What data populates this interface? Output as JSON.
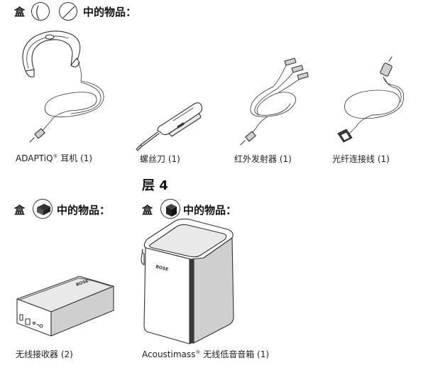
{
  "box_label": "盒",
  "items_in_label": "中的物品：",
  "layer": {
    "title": "层 4"
  },
  "items": {
    "headphones": {
      "label": "ADAPTiQ",
      "reg": "®",
      "suffix": " 耳机 (1)"
    },
    "screwdriver": {
      "label": "螺丝刀 (1)"
    },
    "ir_emitter": {
      "label": "红外发射器 (1)"
    },
    "optical_cable": {
      "label": "光纤连接线 (1)"
    },
    "receiver": {
      "label": "无线接收器 (2)"
    },
    "bass_module": {
      "label": "Acoustimass",
      "reg": "®",
      "suffix": " 无线低音音箱 (1)"
    }
  },
  "logo_text": "BOSE",
  "icons": [
    "box-circle-arc-icon",
    "box-circle-line-icon",
    "small-box-icon",
    "cube-box-icon"
  ]
}
